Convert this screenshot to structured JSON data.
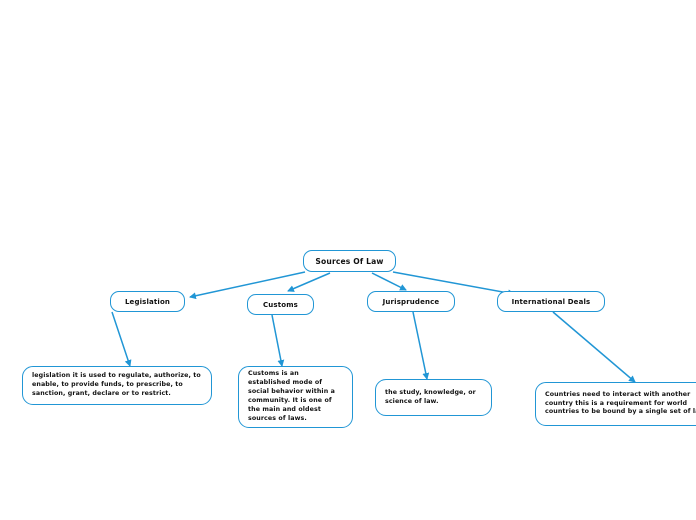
{
  "diagram": {
    "type": "mind-map",
    "title": "Sources Of Law",
    "background_color": "#ffffff",
    "node_border_color": "#2196d5",
    "edge_color": "#2196d5",
    "text_color": "#111111"
  },
  "root": {
    "label": "Sources Of Law"
  },
  "branches": [
    {
      "label": "Legislation",
      "detail": "legislation it is used to regulate, authorize, to enable, to provide funds, to prescribe, to sanction, grant, declare or to restrict."
    },
    {
      "label": "Customs",
      "detail": "Customs is an established mode of social behavior within a community. It is one of the main and oldest sources of laws."
    },
    {
      "label": "Jurisprudence",
      "detail": "the study, knowledge, or science of law."
    },
    {
      "label": "International Deals",
      "detail": "Countries need to interact with another country this is a requirement for world countries to be bound by a single set of laws."
    }
  ]
}
